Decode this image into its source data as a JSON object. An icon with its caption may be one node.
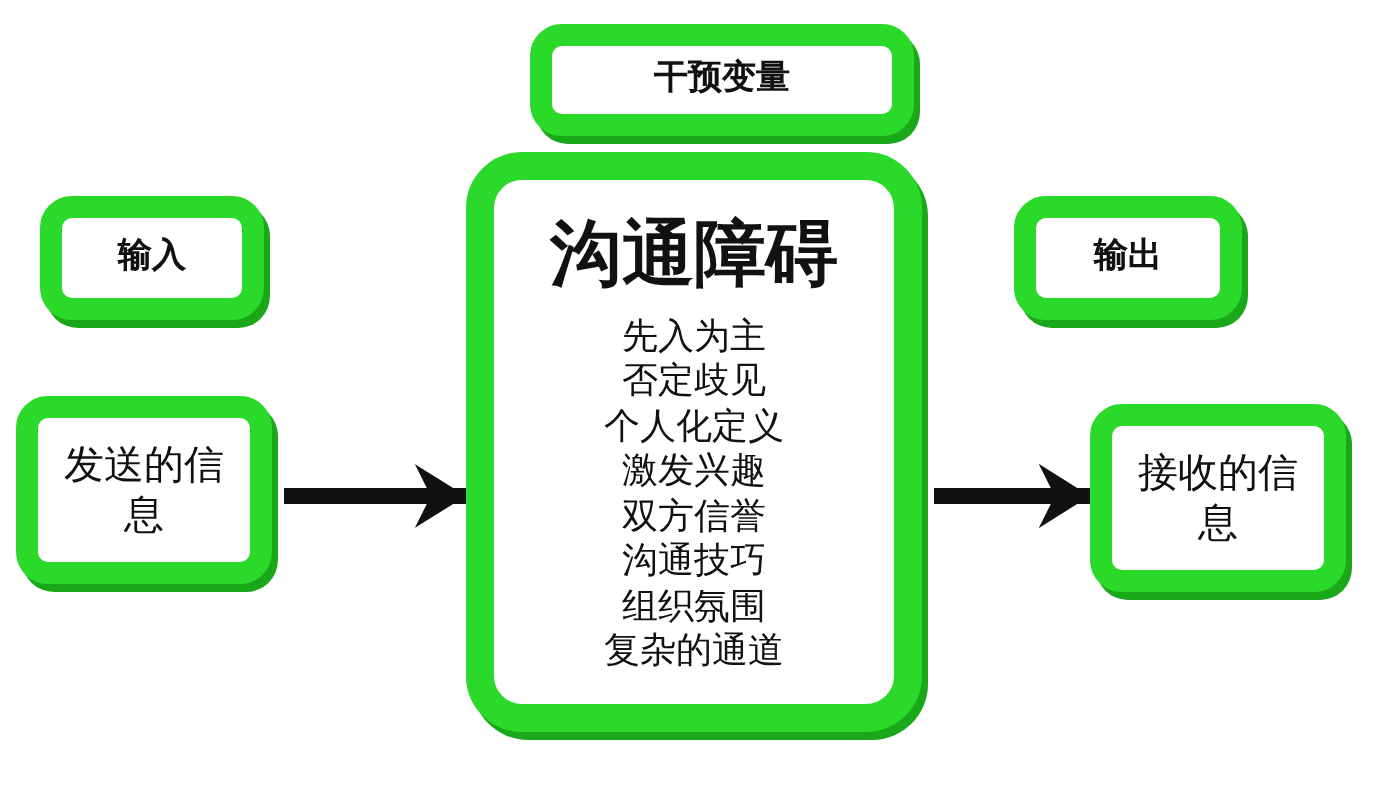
{
  "diagram": {
    "nodes": [
      {
        "text": [
          "干预变量"
        ]
      },
      {
        "text": [
          "输入"
        ]
      },
      {
        "text": [
          "沟通障碍",
          "先入为主",
          "否定歧见",
          "个人化定义",
          "激发兴趣",
          "双方信誉",
          "沟通技巧",
          "组织氛围",
          "复杂的通道"
        ]
      },
      {
        "text": [
          "输出"
        ]
      },
      {
        "text": [
          "发送的信息"
        ]
      },
      {
        "text": [
          "接收的信息"
        ]
      }
    ],
    "edges": [
      {
        "from": 4,
        "to": 2,
        "arrow": "to"
      },
      {
        "from": 2,
        "to": 5,
        "arrow": "to"
      }
    ]
  }
}
